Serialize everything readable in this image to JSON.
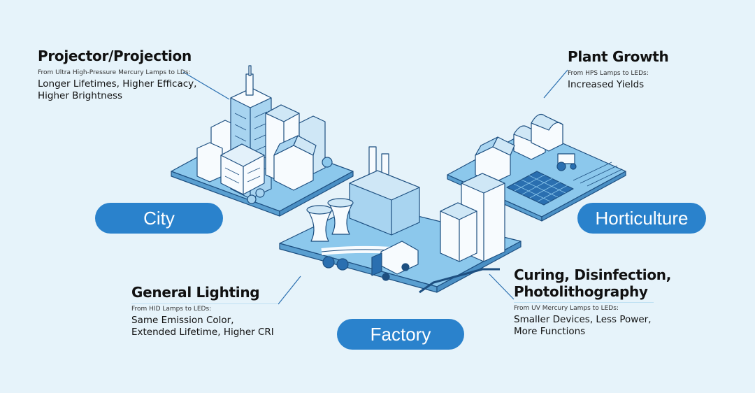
{
  "sections": {
    "projector": {
      "title": "Projector/Projection",
      "subtitle": "From Ultra High-Pressure Mercury Lamps to LDs:",
      "lines": [
        "Longer Lifetimes, Higher Efficacy,",
        "Higher Brightness"
      ]
    },
    "plant": {
      "title": "Plant Growth",
      "subtitle": "From HPS Lamps to LEDs:",
      "lines": [
        "Increased Yields"
      ]
    },
    "general": {
      "title": "General Lighting",
      "subtitle": "From HID Lamps to LEDs:",
      "lines": [
        "Same Emission Color,",
        "Extended Lifetime, Higher CRI"
      ]
    },
    "curing": {
      "title_lines": [
        "Curing, Disinfection,",
        "Photolithography"
      ],
      "subtitle": "From UV Mercury Lamps to LEDs:",
      "lines": [
        "Smaller Devices, Less Power,",
        "More Functions"
      ]
    }
  },
  "labels": {
    "city": "City",
    "horticulture": "Horticulture",
    "factory": "Factory"
  },
  "colors": {
    "background": "#e6f3fa",
    "pill": "#2a82cc",
    "platform": "#8cc8ec",
    "building_light": "#f7fbfe",
    "building_mid": "#a8d4f0",
    "outline": "#1d4f80"
  }
}
